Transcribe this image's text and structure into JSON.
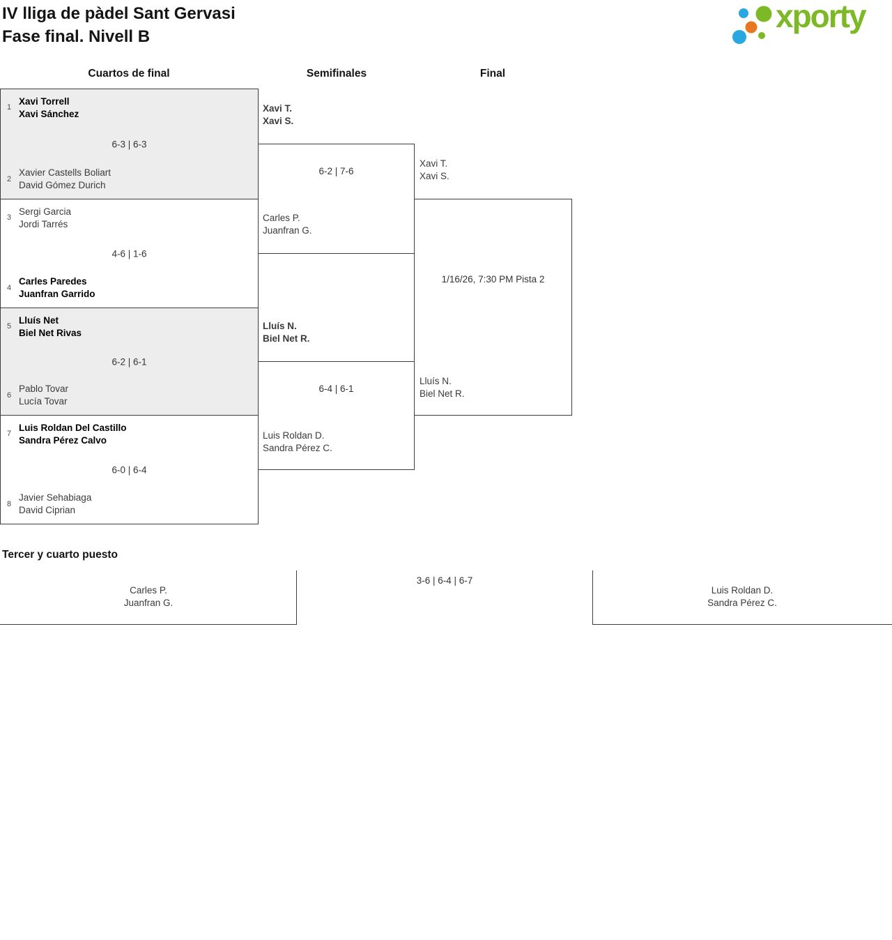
{
  "header": {
    "title_line1": "IV lliga de pàdel Sant Gervasi",
    "title_line2": "Fase final. Nivell B",
    "logo": {
      "wordmark": "xporty",
      "wordmark_color": "#7db826",
      "dots": [
        {
          "name": "small-blue-dot",
          "color": "#29a7e1"
        },
        {
          "name": "large-green-dot",
          "color": "#7db826"
        },
        {
          "name": "orange-dot",
          "color": "#e87722"
        },
        {
          "name": "large-blue-dot",
          "color": "#29a7e1"
        },
        {
          "name": "small-green-dot",
          "color": "#7db826"
        }
      ]
    }
  },
  "round_headers": {
    "quarterfinals": "Cuartos de final",
    "semifinals": "Semifinales",
    "final": "Final"
  },
  "bracket": {
    "quarterfinals": [
      {
        "seed_top": "1",
        "team_top_line1": "Xavi Torrell",
        "team_top_line2": "Xavi Sánchez",
        "score": "6-3 | 6-3",
        "seed_bottom": "2",
        "team_bottom_line1": "Xavier Castells Boliart",
        "team_bottom_line2": "David Gómez Durich"
      },
      {
        "seed_top": "3",
        "team_top_line1": "Sergi Garcia",
        "team_top_line2": "Jordi Tarrés",
        "score": "4-6 | 1-6",
        "seed_bottom": "4",
        "team_bottom_line1": "Carles Paredes",
        "team_bottom_line2": "Juanfran Garrido"
      },
      {
        "seed_top": "5",
        "team_top_line1": "Lluís Net",
        "team_top_line2": "Biel Net Rivas",
        "score": "6-2 | 6-1",
        "seed_bottom": "6",
        "team_bottom_line1": "Pablo Tovar",
        "team_bottom_line2": "Lucía Tovar"
      },
      {
        "seed_top": "7",
        "team_top_line1": "Luis Roldan Del Castillo",
        "team_top_line2": "Sandra Pérez Calvo",
        "score": "6-0 | 6-4",
        "seed_bottom": "8",
        "team_bottom_line1": "Javier Sehabiaga",
        "team_bottom_line2": "David Ciprian"
      }
    ],
    "semifinals": [
      {
        "team_top_line1": "Xavi T.",
        "team_top_line2": "Xavi S.",
        "score": "6-2 | 7-6",
        "team_bottom_line1": "Carles P.",
        "team_bottom_line2": "Juanfran G."
      },
      {
        "team_top_line1": "Lluís N.",
        "team_top_line2": "Biel Net R.",
        "score": "6-4 | 6-1",
        "team_bottom_line1": "Luis Roldan D.",
        "team_bottom_line2": "Sandra Pérez C."
      }
    ],
    "final": {
      "team_top_line1": "Xavi T.",
      "team_top_line2": "Xavi S.",
      "schedule": "1/16/26, 7:30 PM Pista 2",
      "team_bottom_line1": "Lluís N.",
      "team_bottom_line2": "Biel Net R."
    }
  },
  "third_place": {
    "heading": "Tercer y cuarto puesto",
    "team_left_line1": "Carles P.",
    "team_left_line2": "Juanfran G.",
    "score": "3-6 | 6-4 | 6-7",
    "team_right_line1": "Luis Roldan D.",
    "team_right_line2": "Sandra Pérez C."
  },
  "colors": {
    "match_alt_background": "#ededed",
    "bracket_line": "#3d3d3d"
  }
}
